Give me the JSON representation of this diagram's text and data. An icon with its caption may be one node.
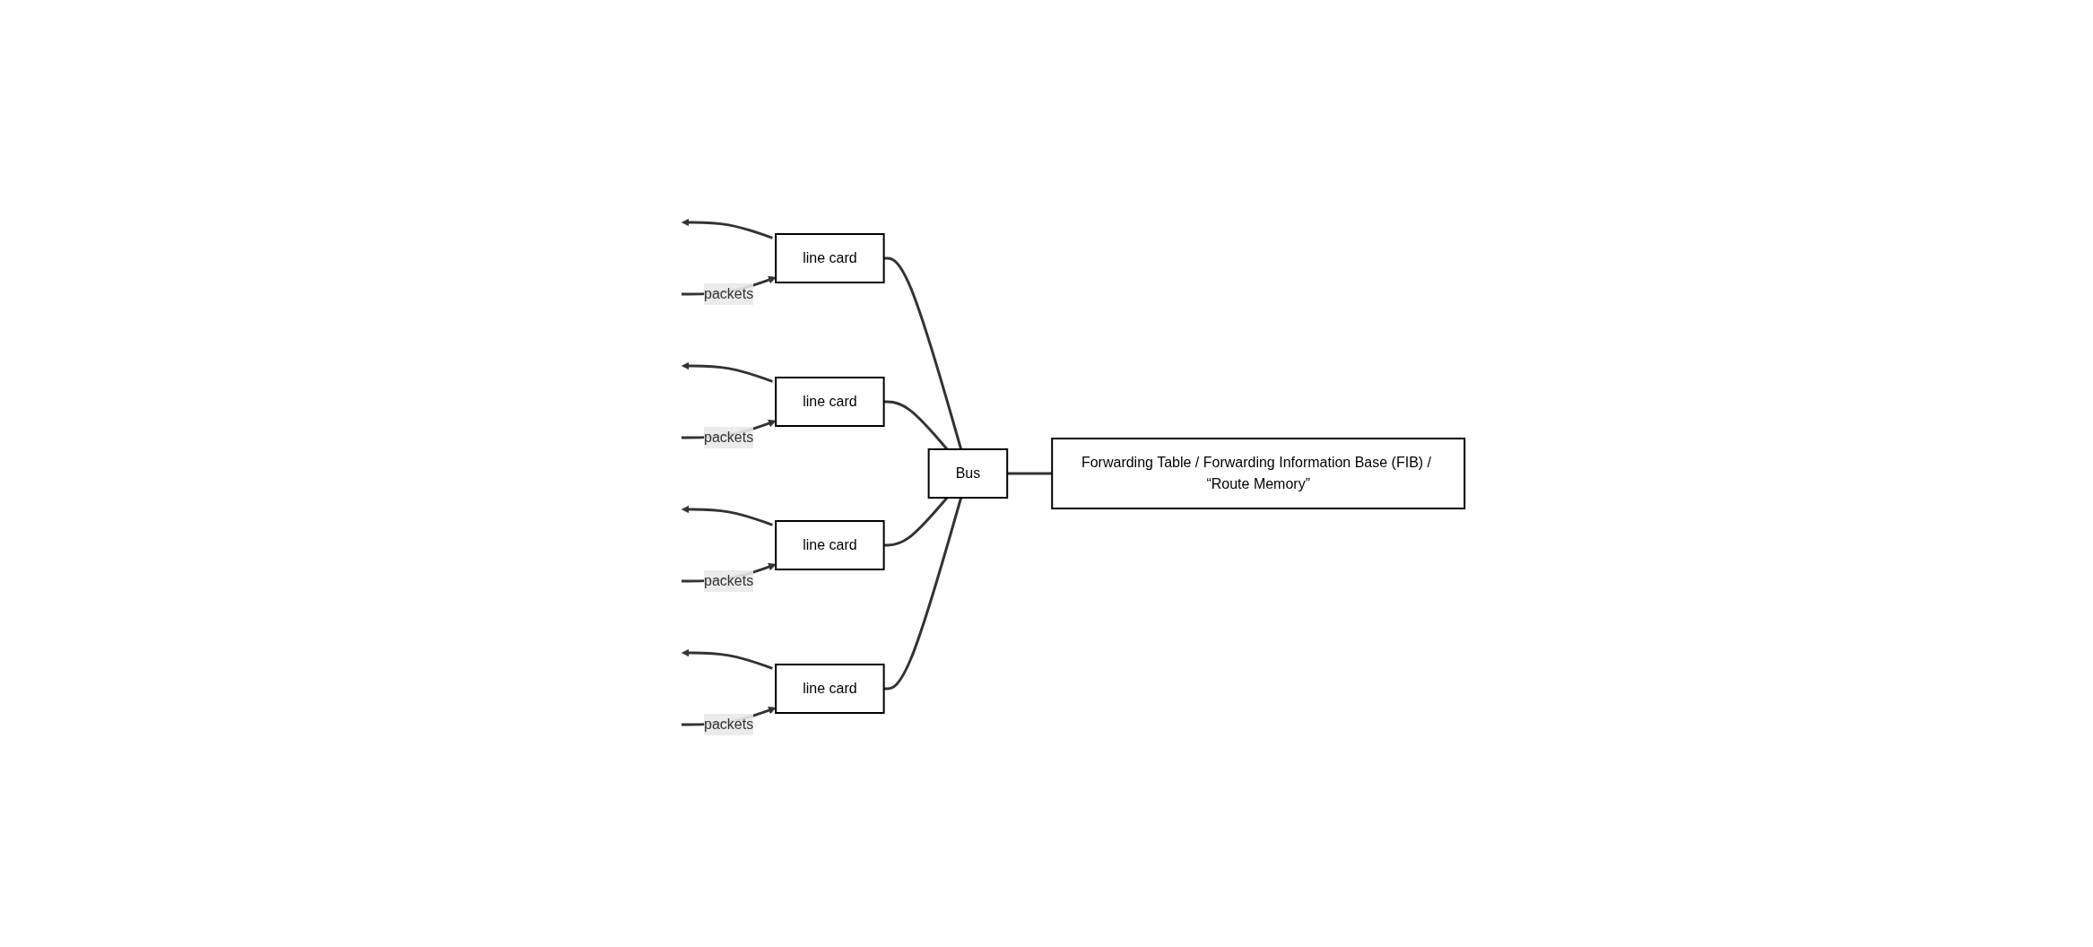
{
  "diagram": {
    "nodes": [
      {
        "text": [
          "line card"
        ]
      },
      {
        "text": [
          "line card"
        ]
      },
      {
        "text": [
          "line card"
        ]
      },
      {
        "text": [
          "line card"
        ]
      },
      {
        "text": [
          "Bus"
        ]
      },
      {
        "text": [
          "Forwarding Table / Forwarding Information Base (FIB) / “Route Memory”"
        ]
      }
    ],
    "edges": [
      {
        "from": 0,
        "to": null,
        "arrow": "to"
      },
      {
        "from": null,
        "to": 0,
        "arrow": "to",
        "label": "packets"
      },
      {
        "from": 1,
        "to": null,
        "arrow": "to"
      },
      {
        "from": null,
        "to": 1,
        "arrow": "to",
        "label": "packets"
      },
      {
        "from": 2,
        "to": null,
        "arrow": "to"
      },
      {
        "from": null,
        "to": 2,
        "arrow": "to",
        "label": "packets"
      },
      {
        "from": 3,
        "to": null,
        "arrow": "to"
      },
      {
        "from": null,
        "to": 3,
        "arrow": "to",
        "label": "packets"
      },
      {
        "from": 0,
        "to": 4,
        "arrow": "none"
      },
      {
        "from": 1,
        "to": 4,
        "arrow": "none"
      },
      {
        "from": 2,
        "to": 4,
        "arrow": "none"
      },
      {
        "from": 3,
        "to": 4,
        "arrow": "none"
      },
      {
        "from": 4,
        "to": 5,
        "arrow": "none"
      }
    ]
  }
}
